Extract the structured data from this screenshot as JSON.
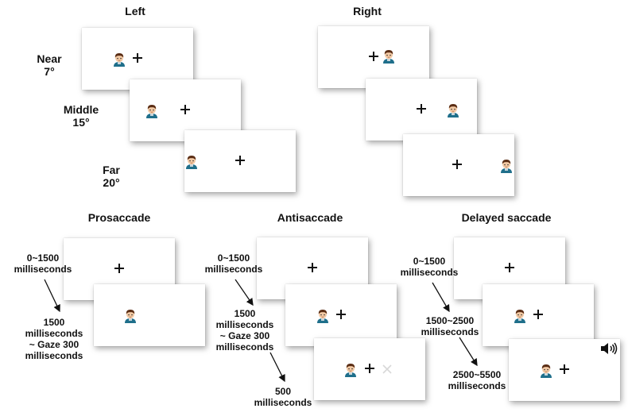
{
  "top": {
    "left_title": "Left",
    "right_title": "Right",
    "near": {
      "name": "Near",
      "angle": "7°"
    },
    "middle": {
      "name": "Middle",
      "angle": "15°"
    },
    "far": {
      "name": "Far",
      "angle": "20°"
    }
  },
  "bottom": {
    "prosaccade": {
      "title": "Prosaccade",
      "t1": "0~1500",
      "t1_unit": "milliseconds",
      "t2_l1": "1500",
      "t2_l2": "milliseconds",
      "t2_l3": "~ Gaze 300",
      "t2_l4": "milliseconds"
    },
    "antisaccade": {
      "title": "Antisaccade",
      "t1": "0~1500",
      "t1_unit": "milliseconds",
      "t2_l1": "1500",
      "t2_l2": "milliseconds",
      "t2_l3": "~ Gaze 300",
      "t2_l4": "milliseconds",
      "t3": "500",
      "t3_unit": "milliseconds"
    },
    "delayed": {
      "title": "Delayed saccade",
      "t1": "0~1500",
      "t1_unit": "milliseconds",
      "t2": "1500~2500",
      "t2_unit": "milliseconds",
      "t3": "2500~5500",
      "t3_unit": "milliseconds"
    }
  },
  "icons": {
    "stimulus": "child-face-icon",
    "fixation": "fixation-cross-icon",
    "faded_target": "faded-x-icon",
    "audio": "speaker-icon"
  },
  "colors": {
    "hair": "#5a2d14",
    "skin": "#f2c9a4",
    "shirt": "#1f6f8b",
    "card_bg": "#ffffff"
  }
}
